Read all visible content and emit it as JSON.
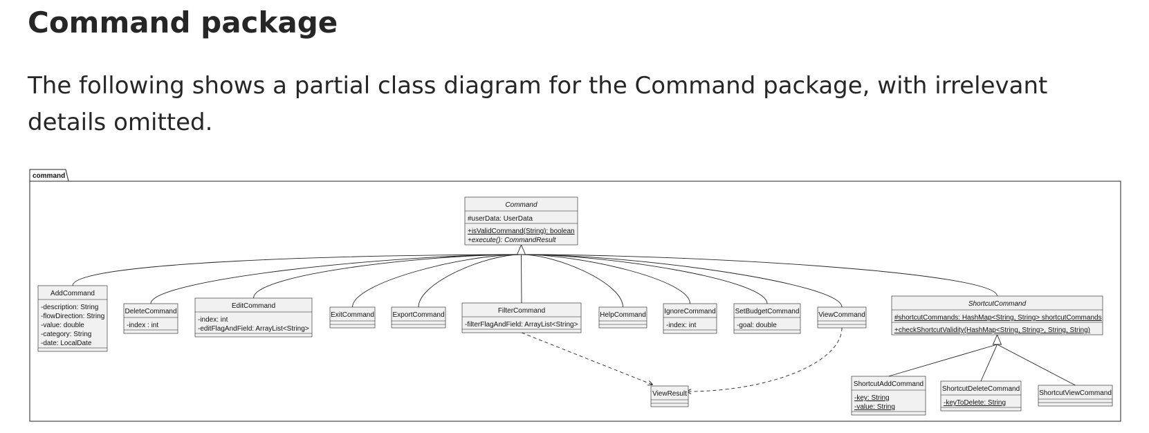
{
  "heading": "Command package",
  "description": "The following shows a partial class diagram for the Command package, with irrelevant details omitted.",
  "diagram": {
    "package_label": "command",
    "classes": [
      {
        "id": "command",
        "name": "Command",
        "abstract": true,
        "fields": [
          {
            "text": "#userData: UserData"
          }
        ],
        "methods": [
          {
            "text": "+isValidCommand(String): boolean",
            "static": true
          },
          {
            "text": "+execute(): CommandResult",
            "abstract": true
          }
        ]
      },
      {
        "id": "add",
        "name": "AddCommand",
        "fields": [
          {
            "text": "-description: String"
          },
          {
            "text": "-flowDirection: String"
          },
          {
            "text": "-value: double"
          },
          {
            "text": "-category: String"
          },
          {
            "text": "-date: LocalDate"
          }
        ],
        "methods": []
      },
      {
        "id": "delete",
        "name": "DeleteCommand",
        "fields": [
          {
            "text": "-index : int"
          }
        ],
        "methods": []
      },
      {
        "id": "edit",
        "name": "EditCommand",
        "fields": [
          {
            "text": "-index: int"
          },
          {
            "text": "-editFlagAndField: ArrayList<String>"
          }
        ],
        "methods": []
      },
      {
        "id": "exit",
        "name": "ExitCommand",
        "fields": [],
        "methods": []
      },
      {
        "id": "export",
        "name": "ExportCommand",
        "fields": [],
        "methods": []
      },
      {
        "id": "filter",
        "name": "FilterCommand",
        "fields": [
          {
            "text": "-filterFlagAndField: ArrayList<String>"
          }
        ],
        "methods": []
      },
      {
        "id": "help",
        "name": "HelpCommand",
        "fields": [],
        "methods": []
      },
      {
        "id": "ignore",
        "name": "IgnoreCommand",
        "fields": [
          {
            "text": "-index: int"
          }
        ],
        "methods": []
      },
      {
        "id": "setbudget",
        "name": "SetBudgetCommand",
        "fields": [
          {
            "text": "-goal: double"
          }
        ],
        "methods": []
      },
      {
        "id": "view",
        "name": "ViewCommand",
        "fields": [],
        "methods": []
      },
      {
        "id": "shortcut",
        "name": "ShortcutCommand",
        "abstract": true,
        "fields": [
          {
            "text": "#shortcutCommands: HashMap<String, String> shortcutCommands",
            "static": true
          }
        ],
        "methods": [
          {
            "text": "+checkShortcutValidity(HashMap<String, String>, String, String)",
            "static": true
          }
        ]
      },
      {
        "id": "viewresult",
        "name": "ViewResult",
        "fields": [],
        "methods": []
      },
      {
        "id": "scadd",
        "name": "ShortcutAddCommand",
        "fields": [
          {
            "text": "-key: String",
            "static": true
          },
          {
            "text": "-value: String",
            "static": true
          }
        ],
        "methods": []
      },
      {
        "id": "scdelete",
        "name": "ShortcutDeleteCommand",
        "fields": [
          {
            "text": "-keyToDelete: String",
            "static": true
          }
        ],
        "methods": []
      },
      {
        "id": "scview",
        "name": "ShortcutViewCommand",
        "fields": [],
        "methods": []
      }
    ],
    "relations": [
      {
        "from": "add",
        "to": "command",
        "type": "inheritance"
      },
      {
        "from": "delete",
        "to": "command",
        "type": "inheritance"
      },
      {
        "from": "edit",
        "to": "command",
        "type": "inheritance"
      },
      {
        "from": "exit",
        "to": "command",
        "type": "inheritance"
      },
      {
        "from": "export",
        "to": "command",
        "type": "inheritance"
      },
      {
        "from": "filter",
        "to": "command",
        "type": "inheritance"
      },
      {
        "from": "help",
        "to": "command",
        "type": "inheritance"
      },
      {
        "from": "ignore",
        "to": "command",
        "type": "inheritance"
      },
      {
        "from": "setbudget",
        "to": "command",
        "type": "inheritance"
      },
      {
        "from": "view",
        "to": "command",
        "type": "inheritance"
      },
      {
        "from": "shortcut",
        "to": "command",
        "type": "inheritance"
      },
      {
        "from": "scadd",
        "to": "shortcut",
        "type": "inheritance"
      },
      {
        "from": "scdelete",
        "to": "shortcut",
        "type": "inheritance"
      },
      {
        "from": "scview",
        "to": "shortcut",
        "type": "inheritance"
      },
      {
        "from": "filter",
        "to": "viewresult",
        "type": "dependency"
      },
      {
        "from": "view",
        "to": "viewresult",
        "type": "dependency"
      }
    ]
  }
}
